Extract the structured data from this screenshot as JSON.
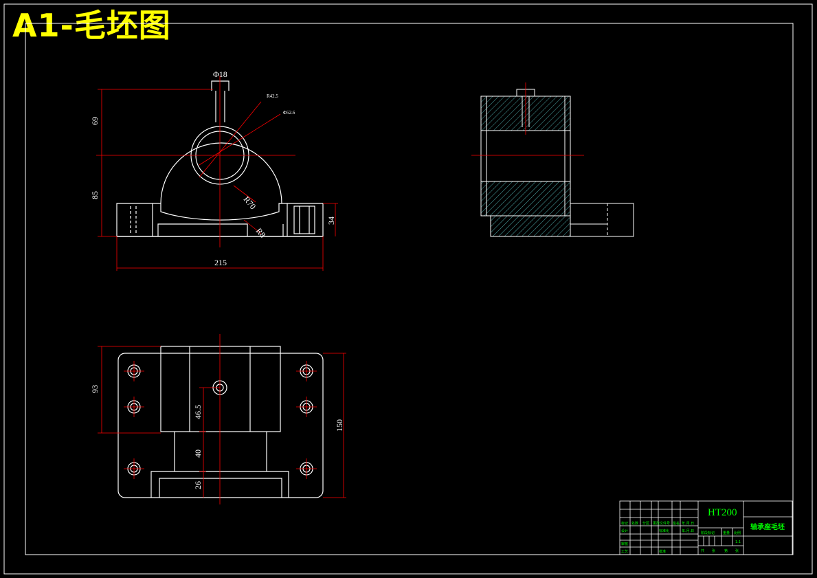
{
  "title": "A1-毛坯图",
  "colors": {
    "background": "#000000",
    "outline": "#ffffff",
    "dimension": "#ff0000",
    "title_text": "#ffff00",
    "hatch": "#5fd3d3",
    "titleblock_text": "#00ff00"
  },
  "dimensions": {
    "shaft_dia": "Φ18",
    "bore_outer": "R42.5",
    "bore_inner": "Φ52.6",
    "height_top": "69",
    "height_bottom": "85",
    "base_thickness": "34",
    "width_total": "215",
    "radius_arc": "R70",
    "radius_small": "R8",
    "depth_top": "93",
    "depth_total": "150",
    "inner_465": "46.5",
    "inner_40": "40",
    "inner_26": "26"
  },
  "title_block": {
    "material": "HT200",
    "part_name": "轴承座毛坯",
    "cells_row1": [
      "标记",
      "处数",
      "分区",
      "更改文件号",
      "签名",
      "年.月.日"
    ],
    "cells_row2": [
      "设计",
      "",
      "",
      "标准化",
      "",
      "年.月.日"
    ],
    "cells_row3": [
      "审核",
      "",
      "",
      "",
      "",
      ""
    ],
    "cells_row4": [
      "工艺",
      "",
      "",
      "批准",
      "",
      ""
    ],
    "stage_label": "阶段标记",
    "weight_label": "重量",
    "scale_label": "比例",
    "scale_value": "1:1",
    "sheet_row": [
      "共",
      "张",
      "第",
      "张"
    ]
  }
}
